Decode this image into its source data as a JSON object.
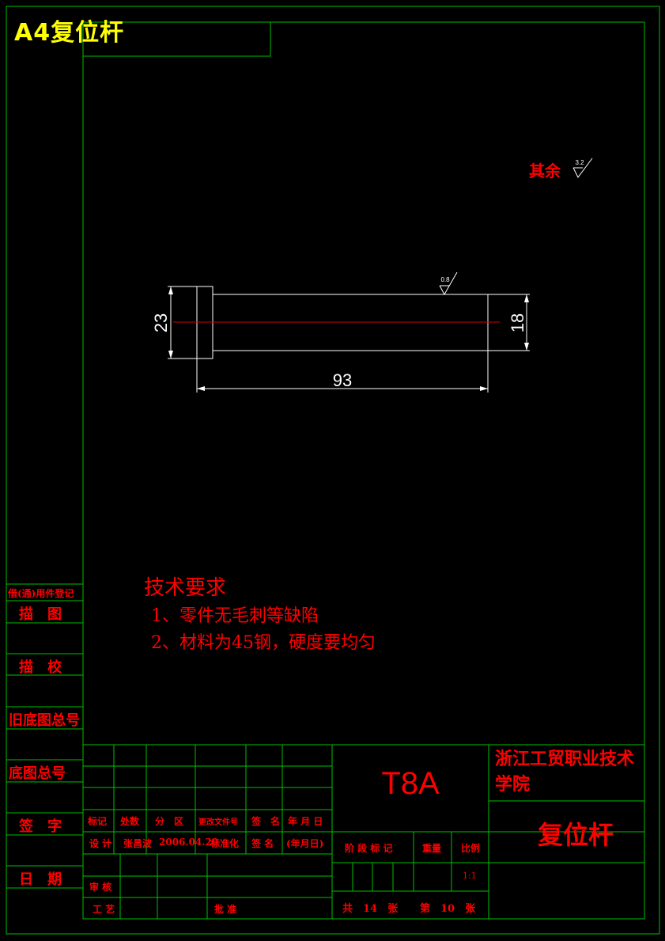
{
  "sheet": {
    "title": "A4复位杆"
  },
  "surface_note": {
    "label": "其余",
    "roughness": "3.2"
  },
  "drawing": {
    "dim_head_diameter": "23",
    "dim_shaft_diameter": "18",
    "dim_length": "93",
    "roughness_shaft": "0.8"
  },
  "tech_requirements": {
    "heading": "技术要求",
    "items": [
      "1、零件无毛刺等缺陷",
      "2、材料为45钢，硬度要均匀"
    ]
  },
  "side_panel": {
    "labels": [
      "借(通)用件登记",
      "描　图",
      "描　校",
      "旧底图总号",
      "底图总号",
      "签　字",
      "日　期"
    ]
  },
  "title_block": {
    "material": "T8A",
    "school": "浙江工贸职业技术学院",
    "part_name": "复位杆",
    "headers": [
      "标记",
      "处数",
      "分　区",
      "更改文件号",
      "签　名",
      "年 月 日"
    ],
    "design_row": [
      "设 计",
      "张昌波",
      "2006.04.20",
      "标准化",
      "签 名",
      "(年月日)"
    ],
    "review": "审 核",
    "process": "工 艺",
    "approve": "批 准",
    "stage_mark": "阶 段 标 记",
    "weight": "重量",
    "scale_label": "比例",
    "scale_value": "1:1",
    "sheet_total": "共　14　张",
    "sheet_no": "第　10　张"
  }
}
